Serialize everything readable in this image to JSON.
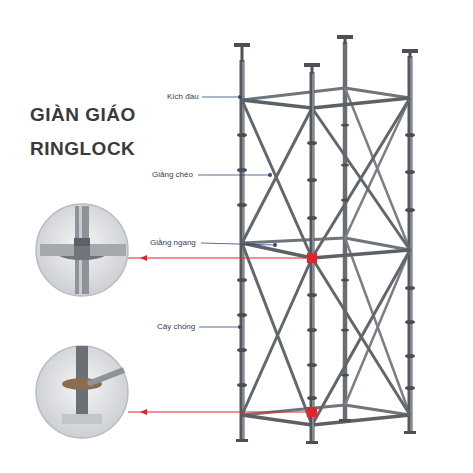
{
  "diagram": {
    "title": "GIÀN GIÁO RINGLOCK",
    "labels": [
      "Kích đầu",
      "Giằng chéo",
      "Giằng ngang",
      "Cây chống"
    ]
  }
}
